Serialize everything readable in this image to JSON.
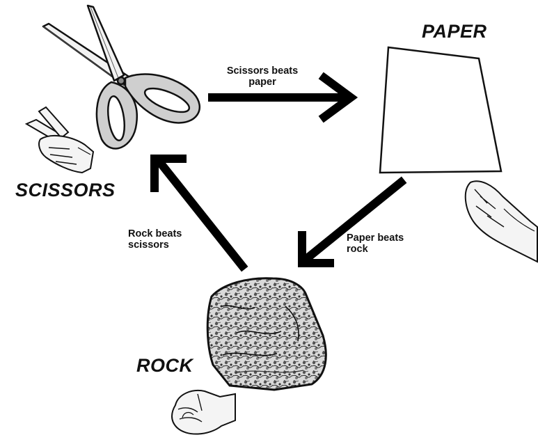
{
  "labels": {
    "paper": "PAPER",
    "scissors": "SCISSORS",
    "rock": "ROCK"
  },
  "relations": {
    "scissors_paper": [
      "Scissors beats",
      "paper"
    ],
    "paper_rock": [
      "Paper beats",
      "rock"
    ],
    "rock_scissors": [
      "Rock beats",
      "scissors"
    ]
  },
  "icons": [
    "scissors-icon",
    "paper-sheet-icon",
    "rock-icon",
    "hand-scissors-gesture-icon",
    "hand-paper-gesture-icon",
    "hand-rock-gesture-icon"
  ],
  "colors": {
    "ink": "#111111",
    "background": "#ffffff"
  }
}
